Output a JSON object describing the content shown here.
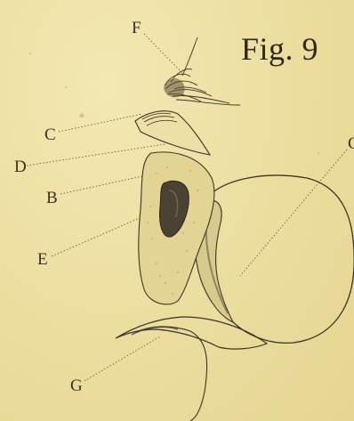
{
  "figure": {
    "title": "Fig. 9"
  },
  "labels": {
    "f": "F",
    "c": "C",
    "d": "D",
    "b": "B",
    "e": "E",
    "g": "G",
    "edge": "C"
  },
  "colors": {
    "paper": "#efe2a6",
    "ink": "#3a3322"
  }
}
